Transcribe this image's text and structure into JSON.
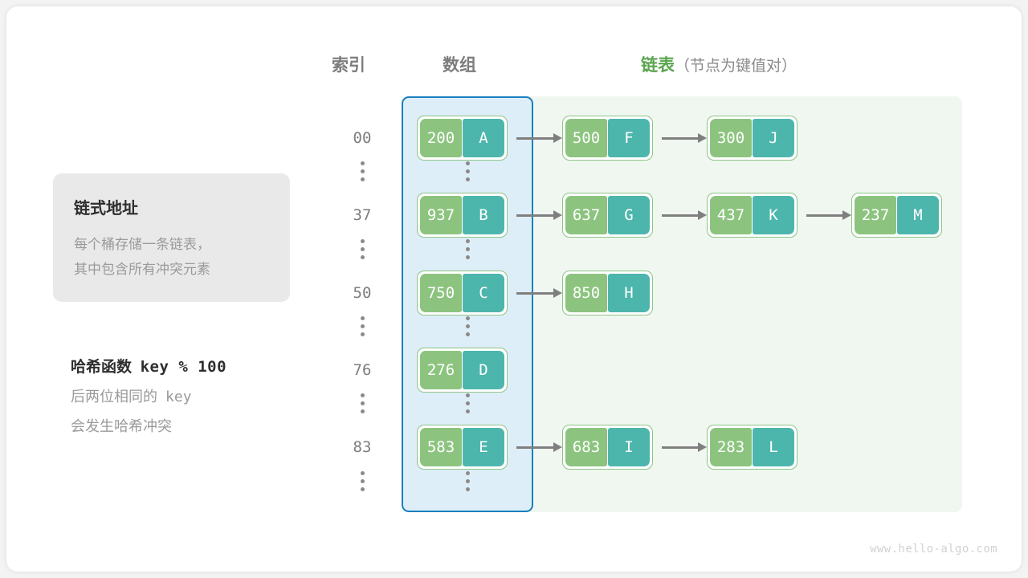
{
  "headers": {
    "index": "索引",
    "array": "数组",
    "list_main": "链表",
    "list_sub": "（节点为键值对）"
  },
  "info_card": {
    "title": "链式地址",
    "line1": "每个桶存储一条链表，",
    "line2": "其中包含所有冲突元素"
  },
  "hash_note": {
    "title_label": "哈希函数",
    "title_code": "key % 100",
    "line1_prefix": "后两位相同的",
    "line1_code": "key",
    "line2": "会发生哈希冲突"
  },
  "colors": {
    "key_cell": "#8cc47f",
    "value_cell": "#4db6ac",
    "node_border": "#8dc486",
    "array_region_fill": "#ddeef8",
    "array_region_border": "#1a7fc1",
    "list_region_fill": "#f0f7f0",
    "arrow": "#7f7f7f",
    "heading_gray": "#7d7d7d",
    "heading_green": "#5aa54e",
    "card_bg": "#e9e9e9"
  },
  "buckets": [
    {
      "index": "00",
      "nodes": [
        {
          "key": "200",
          "value": "A"
        },
        {
          "key": "500",
          "value": "F"
        },
        {
          "key": "300",
          "value": "J"
        }
      ]
    },
    {
      "index": "37",
      "nodes": [
        {
          "key": "937",
          "value": "B"
        },
        {
          "key": "637",
          "value": "G"
        },
        {
          "key": "437",
          "value": "K"
        },
        {
          "key": "237",
          "value": "M"
        }
      ]
    },
    {
      "index": "50",
      "nodes": [
        {
          "key": "750",
          "value": "C"
        },
        {
          "key": "850",
          "value": "H"
        }
      ]
    },
    {
      "index": "76",
      "nodes": [
        {
          "key": "276",
          "value": "D"
        }
      ]
    },
    {
      "index": "83",
      "nodes": [
        {
          "key": "583",
          "value": "E"
        },
        {
          "key": "683",
          "value": "I"
        },
        {
          "key": "283",
          "value": "L"
        }
      ]
    }
  ],
  "ellipsis_rows": 6,
  "watermark": "www.hello-algo.com"
}
